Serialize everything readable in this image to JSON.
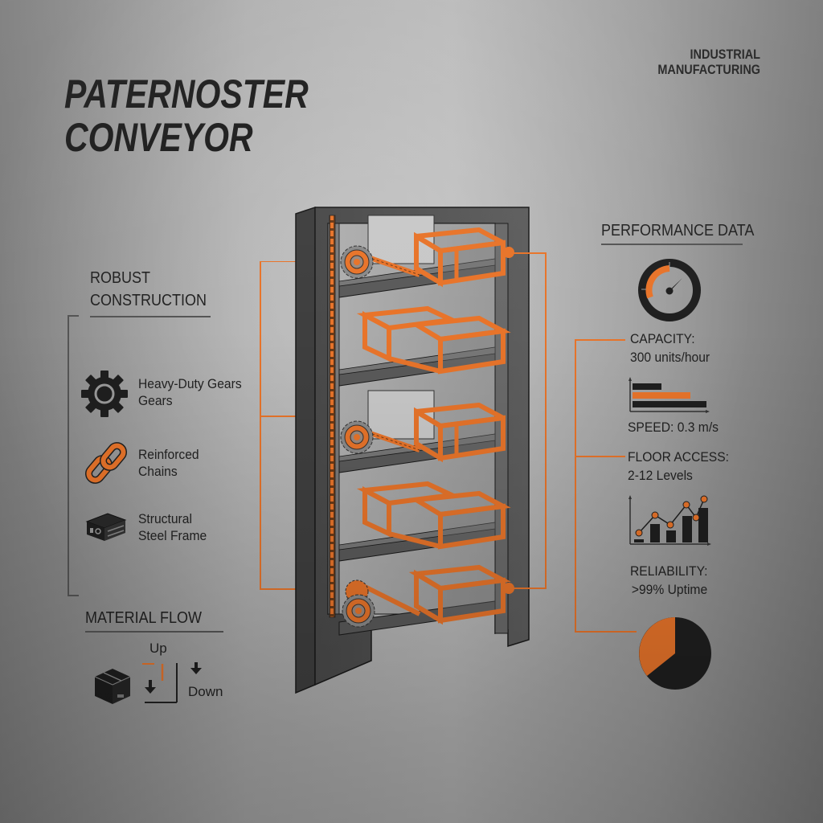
{
  "header": {
    "title_line1": "PATERNOSTER",
    "title_line2": "CONVEYOR",
    "category_line1": "INDUSTRIAL",
    "category_line2": "MANUFACTURING"
  },
  "colors": {
    "accent": "#e8742a",
    "dark": "#1f1f1f",
    "steel": "#5a5a5a",
    "background": "#a8a8a8"
  },
  "left_panel": {
    "section_title_line1": "ROBUST",
    "section_title_line2": "CONSTRUCTION",
    "features": [
      {
        "icon": "gear-icon",
        "label_line1": "Heavy-Duty Gears",
        "label_line2": "Gears"
      },
      {
        "icon": "chain-link-icon",
        "label_line1": "Reinforced",
        "label_line2": "Chains"
      },
      {
        "icon": "steel-beam-icon",
        "label_line1": "Structural",
        "label_line2": "Steel Frame"
      }
    ]
  },
  "material_flow": {
    "title": "MATERIAL FLOW",
    "up_label": "Up",
    "down_label": "Down",
    "icon": "box-icon"
  },
  "diagram": {
    "name": "paternoster-tower",
    "levels": 5,
    "left_callout_points": 3,
    "right_callout_points": 2
  },
  "right_panel": {
    "section_title": "PERFORMANCE DATA",
    "metrics": [
      {
        "icon": "gauge-icon",
        "label": "CAPACITY:",
        "value": "300 units/hour"
      },
      {
        "icon": "bar-chart-icon",
        "label": "SPEED: 0.3 m/s",
        "value": ""
      },
      {
        "icon": "",
        "label": "FLOOR ACCESS:",
        "value": "2-12 Levels"
      },
      {
        "icon": "line-bar-chart-icon",
        "label": "RELIABILITY:",
        "value": ">99% Uptime"
      }
    ],
    "pie_icon": "pie-chart-icon"
  }
}
